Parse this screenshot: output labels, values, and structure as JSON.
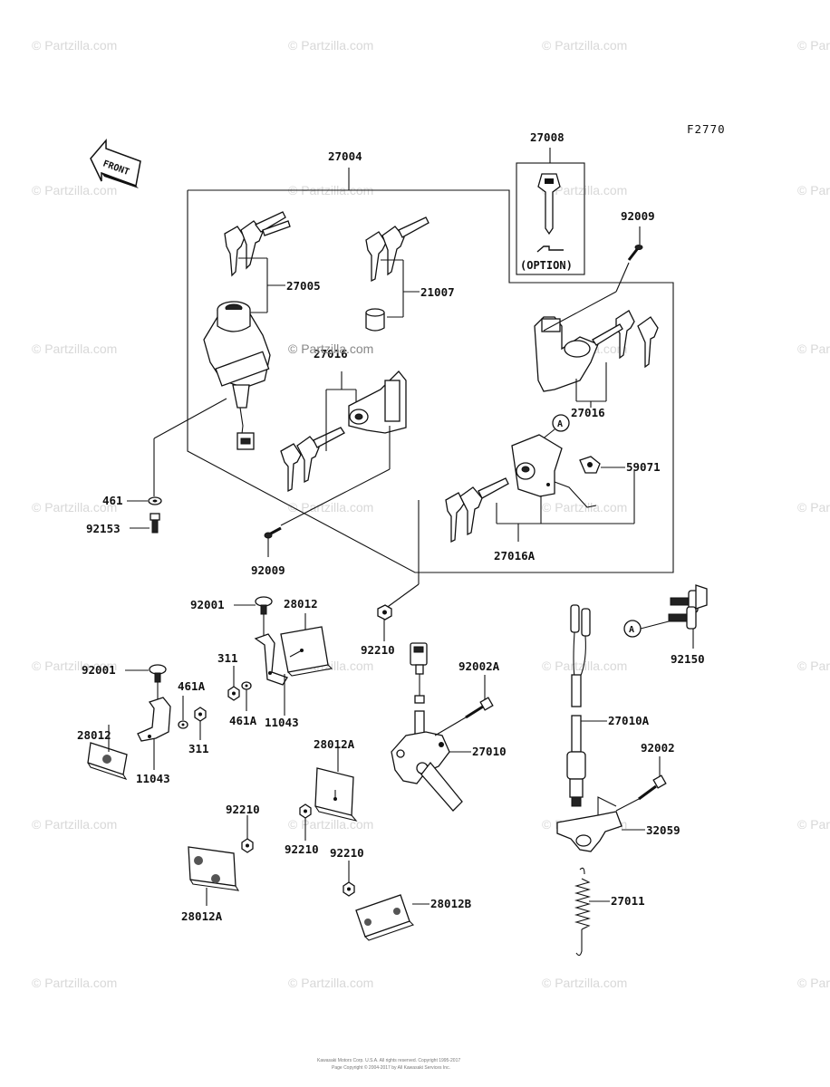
{
  "figure_code": "F2770",
  "front_label": "FRONT",
  "option_label": "(OPTION)",
  "watermark": "© Partzilla.com",
  "callout_marker": "A",
  "copyright_line_1": "Kawasaki Motors Corp. U.S.A. All rights reserved. Copyright 1995-2017",
  "copyright_line_2": "Page Copyright © 2004-2017 by All Kawasaki Services Inc.",
  "parts": {
    "p27004": "27004",
    "p27008": "27008",
    "p92009_top": "92009",
    "p27005": "27005",
    "p21007": "21007",
    "p27016_a": "27016",
    "p27016_b": "27016",
    "p27016A": "27016A",
    "p59071": "59071",
    "p461": "461",
    "p92153": "92153",
    "p92009_bottom": "92009",
    "p92001_a": "92001",
    "p28012_a": "28012",
    "p311_a": "311",
    "p461A_a": "461A",
    "p11043_a": "11043",
    "p92001_b": "92001",
    "p461A_b": "461A",
    "p28012_b": "28012",
    "p311_b": "311",
    "p11043_b": "11043",
    "p92210_a": "92210",
    "p92002A": "92002A",
    "p27010": "27010",
    "p28012A_a": "28012A",
    "p92210_b": "92210",
    "p92210_c": "92210",
    "p92210_d": "92210",
    "p28012A_b": "28012A",
    "p28012B": "28012B",
    "p27010A": "27010A",
    "p92002": "92002",
    "p32059": "32059",
    "p27011": "27011",
    "p92150": "92150"
  }
}
